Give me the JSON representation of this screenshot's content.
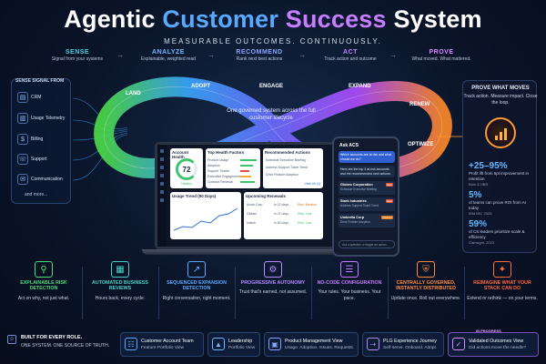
{
  "title": {
    "w1": "Agentic",
    "w2": "Customer",
    "w3": "Success",
    "w4": "System"
  },
  "subtitle": "MEASURABLE OUTCOMES. CONTINUOUSLY.",
  "stages": [
    {
      "name": "SENSE",
      "desc": "Signal from your systems",
      "color": "#4ad0e0"
    },
    {
      "name": "ANALYZE",
      "desc": "Explainable, weighted read",
      "color": "#6fb8ff"
    },
    {
      "name": "RECOMMEND",
      "desc": "Rank next best actions",
      "color": "#8aa4ff"
    },
    {
      "name": "ACT",
      "desc": "Track action and outcome",
      "color": "#b48cff"
    },
    {
      "name": "PROVE",
      "desc": "What moved. What mattered.",
      "color": "#d98cff"
    }
  ],
  "signals": {
    "header": "SENSE SIGNAL FROM",
    "items": [
      {
        "label": "CRM",
        "icon": "crm-icon"
      },
      {
        "label": "Usage Telemetry",
        "icon": "usage-telemetry-icon"
      },
      {
        "label": "Billing",
        "icon": "billing-icon"
      },
      {
        "label": "Support",
        "icon": "support-icon"
      },
      {
        "label": "Communication",
        "icon": "communication-icon"
      }
    ],
    "more": "and more..."
  },
  "loop": {
    "labels": {
      "land": "LAND",
      "adopt": "ADOPT",
      "engage": "ENGAGE",
      "expand": "EXPAND",
      "renew": "RENEW",
      "optimize": "OPTIMIZE"
    },
    "center_text": "One governed system across the full customer lifecycle"
  },
  "dashboard": {
    "health_title": "Account Health",
    "health_score": "72",
    "health_label": "Healthy",
    "factors_title": "Top Health Factors",
    "factors": [
      "Product Usage",
      "Adoption",
      "Support Tickets",
      "Executive Engagement",
      "Contract Renewal"
    ],
    "actions_title": "Recommended Actions",
    "actions": [
      "Schedule Executive Briefing",
      "Address Support Ticket Trend",
      "Drive Feature Adoption"
    ],
    "view_all": "View All (4)",
    "trend_title": "Usage Trend (90 Days)",
    "renewals_title": "Upcoming Renewals",
    "renewals": [
      {
        "name": "Acme Corp",
        "days": "in 12 days",
        "risk": "Risk: Medium"
      },
      {
        "name": "Globex",
        "days": "in 47 days",
        "risk": "Risk: Low"
      },
      {
        "name": "Initech",
        "days": "in 60 days",
        "risk": "Risk: Low"
      }
    ]
  },
  "phone": {
    "title": "Ask ACS",
    "q1": "Which accounts are at risk and what should we do?",
    "a1": "Here are the top 3 at-risk accounts and the recommended next actions:",
    "accounts": [
      {
        "name": "Globex Corporation",
        "action": "Schedule Executive Briefing",
        "badge": "High"
      },
      {
        "name": "Stark Industries",
        "action": "Address Support Ticket Trend",
        "badge": "High"
      },
      {
        "name": "Umbrella Corp",
        "action": "Drive Feature Adoption",
        "badge": "Medium"
      }
    ],
    "input_placeholder": "Ask a question or trigger an action..."
  },
  "prove": {
    "header": "PROVE WHAT MOVES",
    "text": "Track action. Measure impact. Close the loop.",
    "stats": [
      {
        "value": "+25–95%",
        "desc": "Profit lift from 5pt improvement in retention",
        "source": "Bain & HBR"
      },
      {
        "value": "5%",
        "desc": "of teams can prove ROI from AI today",
        "source": "IBM IBV, 2025"
      },
      {
        "value": "59%",
        "desc": "of CS leaders prioritize scale & efficiency",
        "source": "Gainsight, 2023"
      }
    ]
  },
  "capabilities": [
    {
      "name": "EXPLAINABLE RISK DETECTION",
      "desc": "Act on why, not just what.",
      "color": "#4ddc7a",
      "icon": "risk-detection-icon"
    },
    {
      "name": "AUTOMATED BUSINESS REVIEWS",
      "desc": "Hours back, every cycle.",
      "color": "#4ad0c8",
      "icon": "business-reviews-icon"
    },
    {
      "name": "SEQUENCED EXPANSION DETECTION",
      "desc": "Right conversation, right moment.",
      "color": "#5aa9ff",
      "icon": "expansion-detection-icon"
    },
    {
      "name": "PROGRESSIVE AUTONOMY",
      "desc": "Trust that's earned, not assumed.",
      "color": "#b48cff",
      "icon": "autonomy-icon"
    },
    {
      "name": "NO-CODE CONFIGURATION",
      "desc": "Your rules. Your business. Your pace.",
      "color": "#c77dff",
      "icon": "configuration-icon"
    },
    {
      "name": "CENTRALLY GOVERNED, INSTANTLY DISTRIBUTED",
      "desc": "Update once. Roll out everywhere.",
      "color": "#ff8a3d",
      "icon": "governance-icon"
    },
    {
      "name": "REIMAGINE WHAT YOUR STACK CAN DO",
      "desc": "Extend or rethink — on your terms.",
      "color": "#ff6a3d",
      "icon": "stack-icon"
    }
  ],
  "footer": {
    "line1": "BUILT FOR EVERY ROLE.",
    "line2": "ONE SYSTEM. ONE SOURCE OF TRUTH.",
    "views": [
      {
        "title": "Customer Account Team",
        "sub": "Feature Portfolio View",
        "color": "#5aa9ff",
        "icon": "account-team-icon"
      },
      {
        "title": "Leadership",
        "sub": "Portfolio View",
        "color": "#6fb8ff",
        "icon": "leadership-icon"
      },
      {
        "title": "Product Management View",
        "sub": "Usage. Adoption. Issues. Requests.",
        "color": "#8aa4ff",
        "icon": "product-management-icon"
      },
      {
        "title": "PLG Experience Journey",
        "sub": "Self-serve. Onboard. Adopt.",
        "color": "#b48cff",
        "icon": "plg-journey-icon"
      },
      {
        "title": "Validated Outcomes View",
        "sub": "Did actions move the needle?",
        "color": "#d98cff",
        "icon": "validated-outcomes-icon"
      }
    ],
    "in_progress": "IN PROGRESS"
  }
}
